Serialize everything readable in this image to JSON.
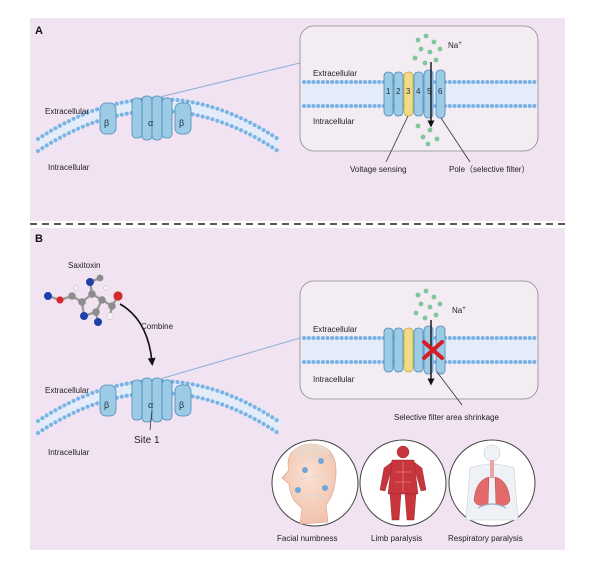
{
  "colors": {
    "background": "#f1e3f1",
    "membrane_head": "#7ab3e4",
    "channel": "#9ccbe6",
    "channel_edge": "#4d88b9",
    "voltage_sensor": "#f1dc86",
    "ion": "#7fc79a",
    "block_mark": "#d71e28",
    "callout": "#b9c9e3"
  },
  "panel_a": {
    "letter": "A",
    "extracellular": "Extracellular",
    "intracellular": "Intracellular",
    "beta": "β",
    "alpha": "α",
    "zoom": {
      "extracellular": "Extracellular",
      "intracellular": "Intracellular",
      "ion_label": "Na",
      "ion_charge": "+",
      "segments": [
        "1",
        "2",
        "3",
        "4",
        "5",
        "6"
      ],
      "voltage_sensing": "Voltage sensing",
      "pole": "Pole（selective filter）"
    }
  },
  "panel_b": {
    "letter": "B",
    "toxin": "Saxitoxin",
    "combine": "Combine",
    "extracellular": "Extracellular",
    "intracellular": "Intracellular",
    "beta": "β",
    "alpha": "α",
    "site": "Site 1",
    "zoom": {
      "extracellular": "Extracellular",
      "intracellular": "Intracellular",
      "ion_label": "Na",
      "ion_charge": "+",
      "shrinkage": "Selective filter area shrinkage"
    },
    "symptoms": [
      {
        "label": "Facial numbness",
        "icon": "face-numbness-icon"
      },
      {
        "label": "Limb paralysis",
        "icon": "muscle-body-icon"
      },
      {
        "label": "Respiratory paralysis",
        "icon": "lungs-icon"
      }
    ]
  }
}
